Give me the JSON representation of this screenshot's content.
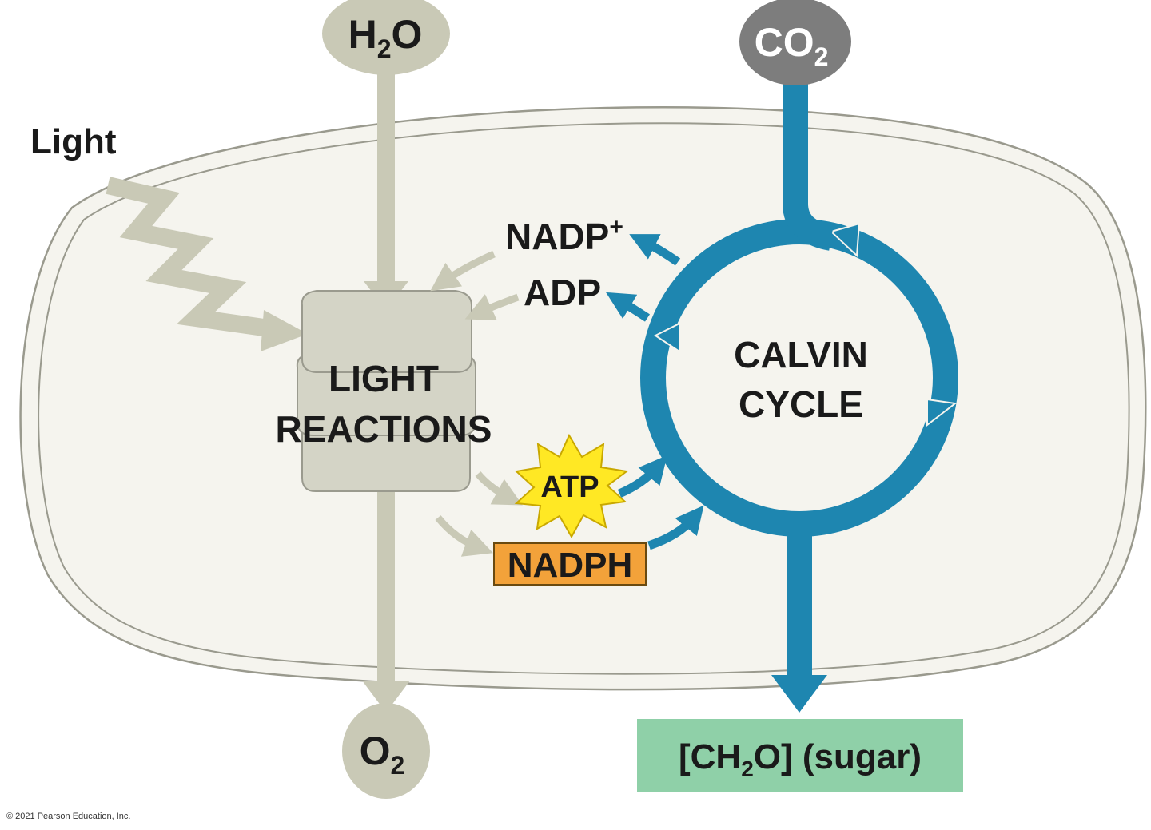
{
  "molecules": {
    "water": {
      "base": "H",
      "sub": "2",
      "tail": "O"
    },
    "carbon_dioxide": {
      "base": "CO",
      "sub": "2"
    },
    "oxygen": {
      "base": "O",
      "sub": "2"
    },
    "nadp_plus": {
      "base": "NADP",
      "sup": "+"
    },
    "adp": "ADP",
    "atp": "ATP",
    "nadph": "NADPH",
    "sugar": {
      "pre": "[CH",
      "sub": "2",
      "post": "O] (sugar)"
    }
  },
  "light_label": "Light",
  "light_reactions": {
    "line1": "LIGHT",
    "line2": "REACTIONS"
  },
  "calvin_cycle": {
    "line1": "CALVIN",
    "line2": "CYCLE"
  },
  "copyright": "© 2021 Pearson Education, Inc.",
  "colors": {
    "chloroplast_fill": "#f5f4ee",
    "chloroplast_stroke": "#9a9a8e",
    "light_path": "#c9c9b6",
    "light_reactions_fill": "#d4d4c6",
    "calvin_blue": "#1e86b0",
    "co2_fill": "#7d7d7d",
    "atp_fill": "#ffe824",
    "nadph_fill": "#f3a23a",
    "sugar_fill": "#8fd0a8"
  }
}
